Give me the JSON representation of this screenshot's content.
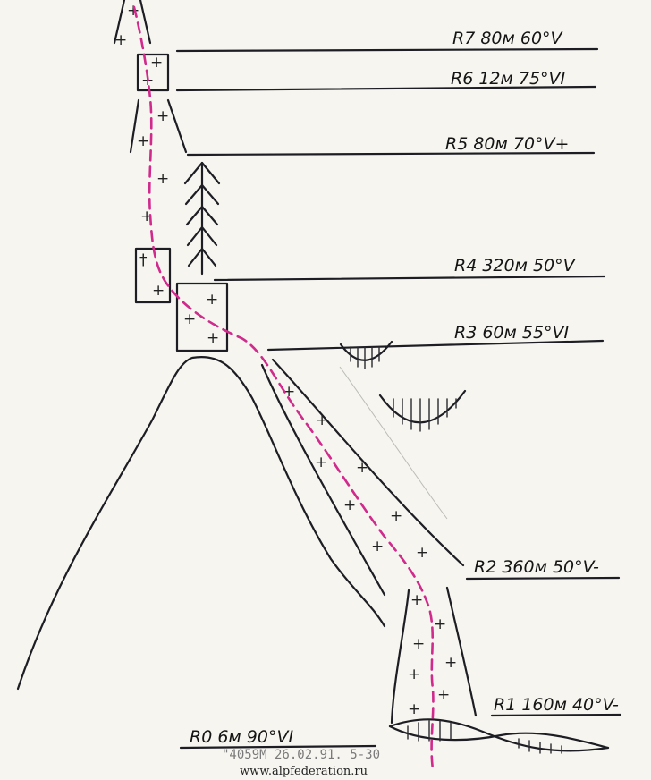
{
  "pitches": [
    {
      "id": "r7",
      "label": "R7 80м 60°V"
    },
    {
      "id": "r6",
      "label": "R6 12м 75°VI"
    },
    {
      "id": "r5",
      "label": "R5 80м 70°V+"
    },
    {
      "id": "r4",
      "label": "R4 320м 50°V"
    },
    {
      "id": "r3",
      "label": "R3 60м 55°VI"
    },
    {
      "id": "r2",
      "label": "R2 360м 50°V-"
    },
    {
      "id": "r1",
      "label": "R1 160м 40°V-"
    },
    {
      "id": "r0",
      "label": "R0 6м 90°VI"
    }
  ],
  "stamp": "\"4059М  26.02.91. 5-30",
  "website": "www.alpfederation.ru",
  "colors": {
    "ink": "#1d1d24",
    "route": "#d02a8c",
    "paper": "#f6f5ef"
  },
  "symbols": {
    "rock": "plus-sign",
    "snow": "hatched-bowl",
    "ice": "chevron-arrows"
  }
}
